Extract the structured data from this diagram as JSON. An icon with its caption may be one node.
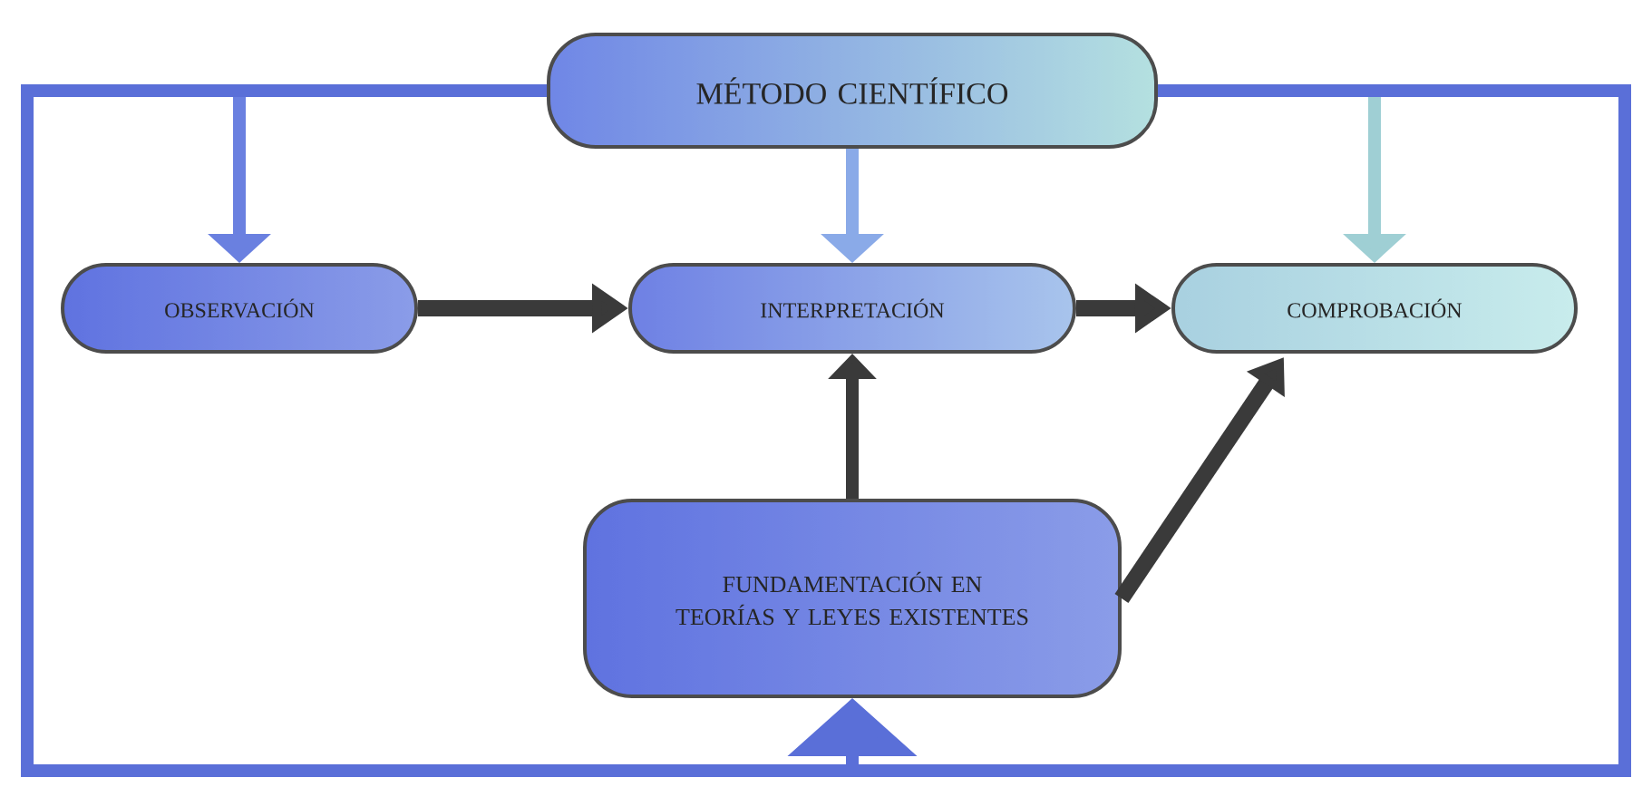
{
  "diagram": {
    "nodes": [
      {
        "text": [
          "MÉTODO CIENTÍFICO"
        ]
      },
      {
        "text": [
          "OBSERVACIÓN"
        ]
      },
      {
        "text": [
          "INTERPRETACIÓN"
        ]
      },
      {
        "text": [
          "COMPROBACIÓN"
        ]
      },
      {
        "text": [
          "FUNDAMENTACIÓN EN TEORÍAS Y LEYES EXISTENTES"
        ]
      }
    ],
    "edges": [
      {
        "from": 0,
        "to": 1,
        "arrow": "to",
        "color": "#6a80e0"
      },
      {
        "from": 0,
        "to": 2,
        "arrow": "to",
        "color": "#8aaae8"
      },
      {
        "from": 0,
        "to": 3,
        "arrow": "to",
        "color": "#9fcfd4"
      },
      {
        "from": 1,
        "to": 2,
        "arrow": "to",
        "color": "#3a3a3a"
      },
      {
        "from": 2,
        "to": 3,
        "arrow": "to",
        "color": "#3a3a3a"
      },
      {
        "from": 4,
        "to": 2,
        "arrow": "to",
        "color": "#3a3a3a"
      },
      {
        "from": 4,
        "to": 3,
        "arrow": "to",
        "color": "#3a3a3a"
      },
      {
        "from": 0,
        "to": 4,
        "arrow": "to",
        "color": "#5a6fd8"
      }
    ]
  }
}
